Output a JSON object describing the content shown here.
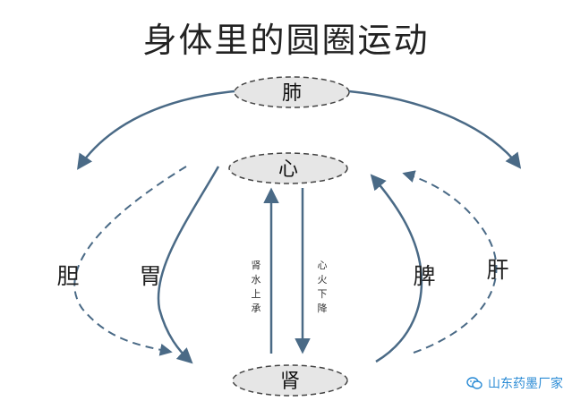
{
  "title": "身体里的圆圈运动",
  "nodes": {
    "lung": "肺",
    "heart": "心",
    "kidney": "肾"
  },
  "organs": {
    "gallbladder": "胆",
    "stomach": "胃",
    "spleen": "脾",
    "liver": "肝"
  },
  "vertical_labels": {
    "left": [
      "肾",
      "水",
      "上",
      "承"
    ],
    "right": [
      "心",
      "火",
      "下",
      "降"
    ]
  },
  "watermark": {
    "text": "山东药墨厂家",
    "icon": "wechat-icon"
  },
  "colors": {
    "arrow": "#4a6a86",
    "ellipse_fill": "#e6e6e6",
    "ellipse_stroke": "#444444",
    "watermark": "#2a8bd5"
  }
}
